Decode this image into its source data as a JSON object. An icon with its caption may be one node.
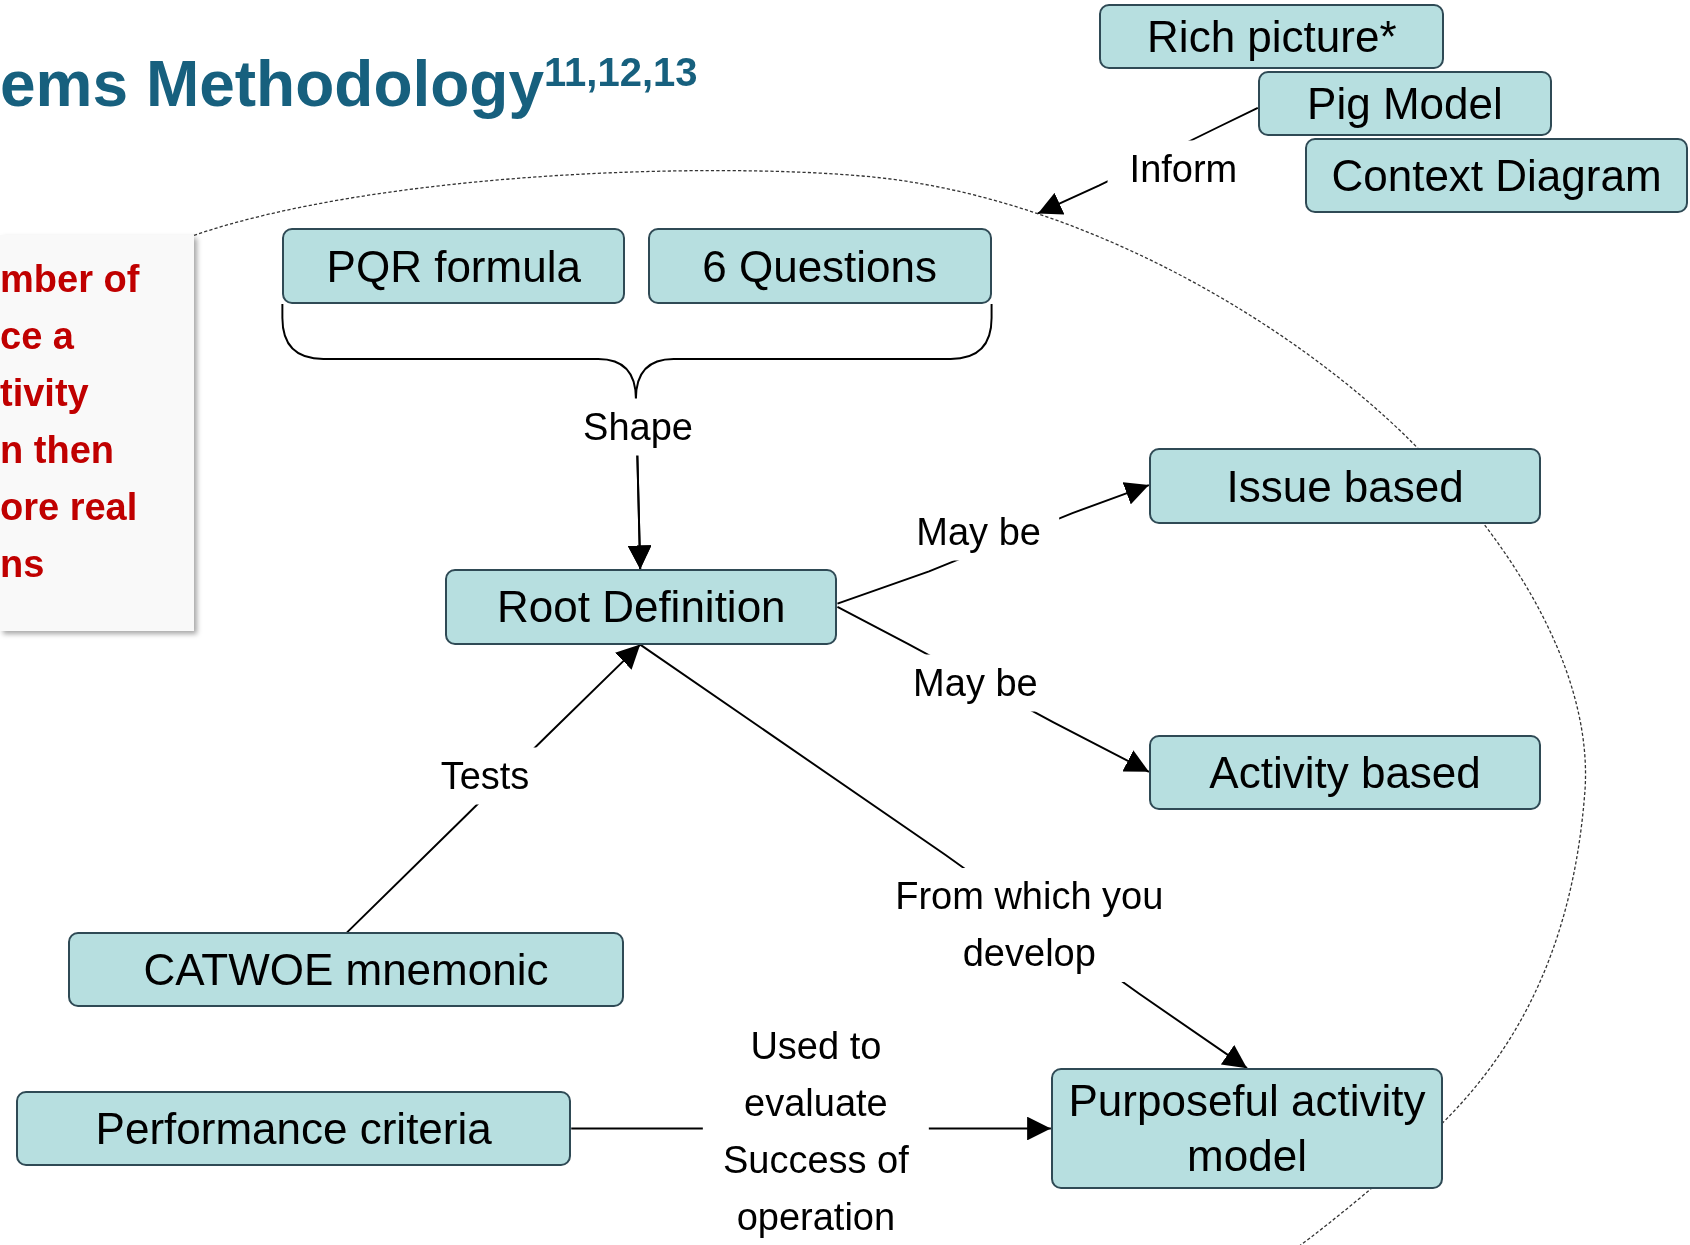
{
  "diagram": {
    "title": "ems Methodology$^{11,12,13}$",
    "nodes": [
      {
        "text": [
          "Rich picture*"
        ]
      },
      {
        "text": [
          "Pig Model"
        ]
      },
      {
        "text": [
          "Context Diagram"
        ]
      },
      {
        "text": [
          "PQR formula"
        ],
        "in": 12
      },
      {
        "text": [
          "6 Questions"
        ],
        "in": 12
      },
      {
        "text": [
          "Root Definition"
        ],
        "in": 12
      },
      {
        "text": [
          "Issue based"
        ],
        "in": 12
      },
      {
        "text": [
          "Activity based"
        ],
        "in": 12
      },
      {
        "text": [
          "CATWOE mnemonic"
        ]
      },
      {
        "text": [
          "Performance criteria"
        ]
      },
      {
        "text": [
          "Purposeful activity model"
        ],
        "in": 12
      },
      {
        "text": [
          "mber of",
          "ce a",
          "tivity",
          "n then",
          "ore real",
          "ns"
        ]
      },
      {
        "text": [],
        "shape": "ellipse"
      }
    ],
    "edges": [
      {
        "from": 1,
        "to": 12,
        "arrow": "to",
        "label": "Inform"
      },
      {
        "from": 3,
        "to": 5,
        "arrow": "to",
        "label": "Shape"
      },
      {
        "from": 4,
        "to": 5,
        "arrow": "to"
      },
      {
        "from": 5,
        "to": 6,
        "arrow": "to",
        "label": "May be"
      },
      {
        "from": 5,
        "to": 7,
        "arrow": "to",
        "label": "May be"
      },
      {
        "from": 8,
        "to": 5,
        "arrow": "to",
        "label": "Tests"
      },
      {
        "from": 5,
        "to": 10,
        "arrow": "to",
        "label": "From which you develop"
      },
      {
        "from": 9,
        "to": 10,
        "arrow": "to",
        "label": "Used to evaluate Success of operation"
      }
    ]
  }
}
